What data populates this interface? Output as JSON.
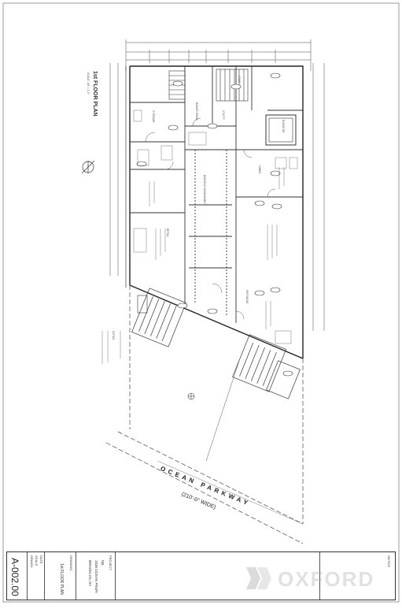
{
  "drawing": {
    "title": "1st FLOOR PLAN",
    "scale_text": "SCALE: 1/8\" = 1'-0\"",
    "street_name": "OCEAN PARKWAY",
    "street_width": "(210'-0\" WIDE)",
    "rooms": [
      "STORAGE",
      "BUILDING MANAGEMENT",
      "BOILER ROOM",
      "UTILITY",
      "ELEVATOR",
      "STAIR",
      "RETAIL",
      "LOBBY",
      "VESTIBULE"
    ],
    "notes_header": "NOTES:"
  },
  "titleblock": {
    "sheet_number": "A-002.00",
    "drawing_label": "DRAWING",
    "drawing_title": "1st FLOOR PLAN",
    "project_label": "PROJECT",
    "project_name": "NB",
    "project_address": "1636 OCEAN PKWY",
    "project_city": "BROOKLYN, NY",
    "date_label": "DATE",
    "scale_label": "SCALE",
    "drawn_label": "DRAWN",
    "notice_label": "NOTICE"
  },
  "watermark": {
    "text": "OXFORD"
  },
  "colors": {
    "line": "#333333",
    "light_line": "#888888",
    "background": "#ffffff"
  }
}
